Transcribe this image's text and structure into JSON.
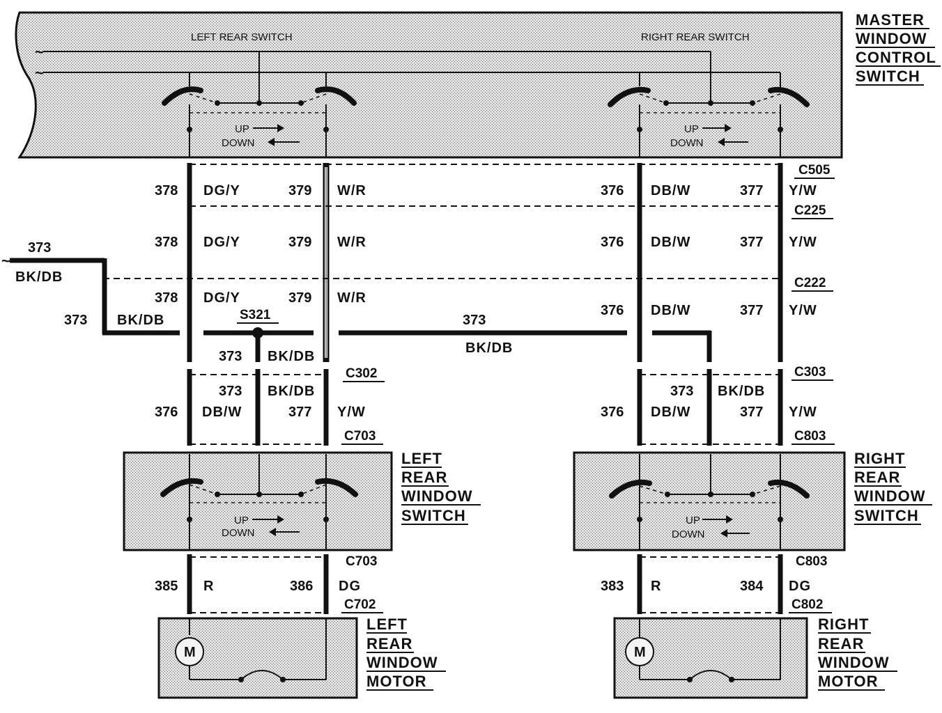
{
  "master_switch": {
    "title": [
      "MASTER",
      "WINDOW",
      "CONTROL",
      "SWITCH"
    ],
    "left_label": "LEFT REAR SWITCH",
    "right_label": "RIGHT REAR SWITCH",
    "up": "UP",
    "down": "DOWN"
  },
  "connectors": {
    "c505": "C505",
    "c225": "C225",
    "c222": "C222",
    "c302": "C302",
    "c303": "C303",
    "c703": "C703",
    "c803": "C803",
    "c702": "C702",
    "c802": "C802"
  },
  "splice": "S321",
  "wires": {
    "n378": "378",
    "dgy": "DG/Y",
    "n379": "379",
    "wr": "W/R",
    "n376": "376",
    "dbw": "DB/W",
    "n377": "377",
    "yw": "Y/W",
    "n373": "373",
    "bkdb": "BK/DB",
    "n385": "385",
    "r": "R",
    "n386": "386",
    "dg": "DG",
    "n383": "383",
    "n384": "384"
  },
  "left_switch": {
    "title": [
      "LEFT",
      "REAR",
      "WINDOW",
      "SWITCH"
    ],
    "up": "UP",
    "down": "DOWN"
  },
  "right_switch": {
    "title": [
      "RIGHT",
      "REAR",
      "WINDOW",
      "SWITCH"
    ],
    "up": "UP",
    "down": "DOWN"
  },
  "left_motor": {
    "title": [
      "LEFT",
      "REAR",
      "WINDOW",
      "MOTOR"
    ],
    "symbol": "M"
  },
  "right_motor": {
    "title": [
      "RIGHT",
      "REAR",
      "WINDOW",
      "MOTOR"
    ],
    "symbol": "M"
  }
}
